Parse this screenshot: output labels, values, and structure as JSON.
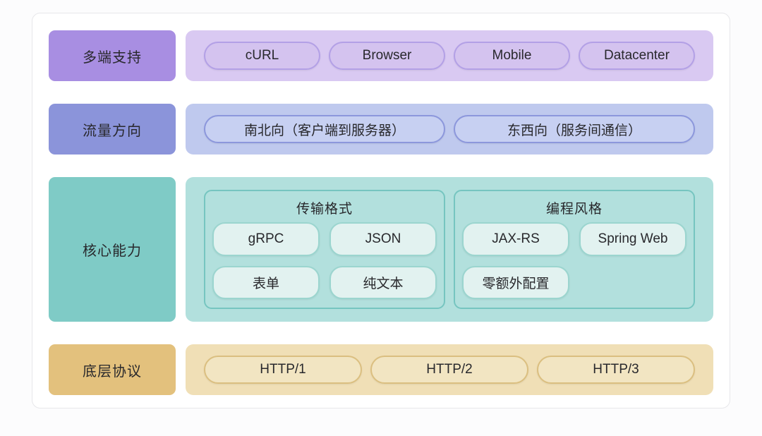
{
  "palette": {
    "page_bg": "#fcfcfd",
    "card_bg": "#ffffff",
    "card_border": "#e7e7ea",
    "text": "#28282c"
  },
  "rows": [
    {
      "label": "多端支持",
      "theme": {
        "label_bg": "#a88ee2",
        "container_bg": "#d9c9f2",
        "pill_bg": "#d4c3ef",
        "pill_border": "#b3a0e6"
      },
      "pills": [
        "cURL",
        "Browser",
        "Mobile",
        "Datacenter"
      ]
    },
    {
      "label": "流量方向",
      "theme": {
        "label_bg": "#8b94da",
        "container_bg": "#bfc9ee",
        "pill_bg": "#c7d0f2",
        "pill_border": "#8c97dc"
      },
      "pills": [
        "南北向（客户端到服务器）",
        "东西向（服务间通信）"
      ]
    },
    {
      "label": "核心能力",
      "theme": {
        "label_bg": "#7fcbc6",
        "container_bg": "#b2e0dd",
        "group_border": "#76c5c0",
        "pill_bg": "#e2f2f0",
        "pill_border": "#9bd5cf"
      },
      "groups": [
        {
          "title": "传输格式",
          "pills": [
            "gRPC",
            "JSON",
            "表单",
            "纯文本"
          ]
        },
        {
          "title": "编程风格",
          "pills": [
            "JAX-RS",
            "Spring Web",
            "零额外配置"
          ]
        }
      ]
    },
    {
      "label": "底层协议",
      "theme": {
        "label_bg": "#e3c17d",
        "container_bg": "#f0dfb6",
        "pill_bg": "#f2e5c2",
        "pill_border": "#dbbf80"
      },
      "pills": [
        "HTTP/1",
        "HTTP/2",
        "HTTP/3"
      ]
    }
  ]
}
